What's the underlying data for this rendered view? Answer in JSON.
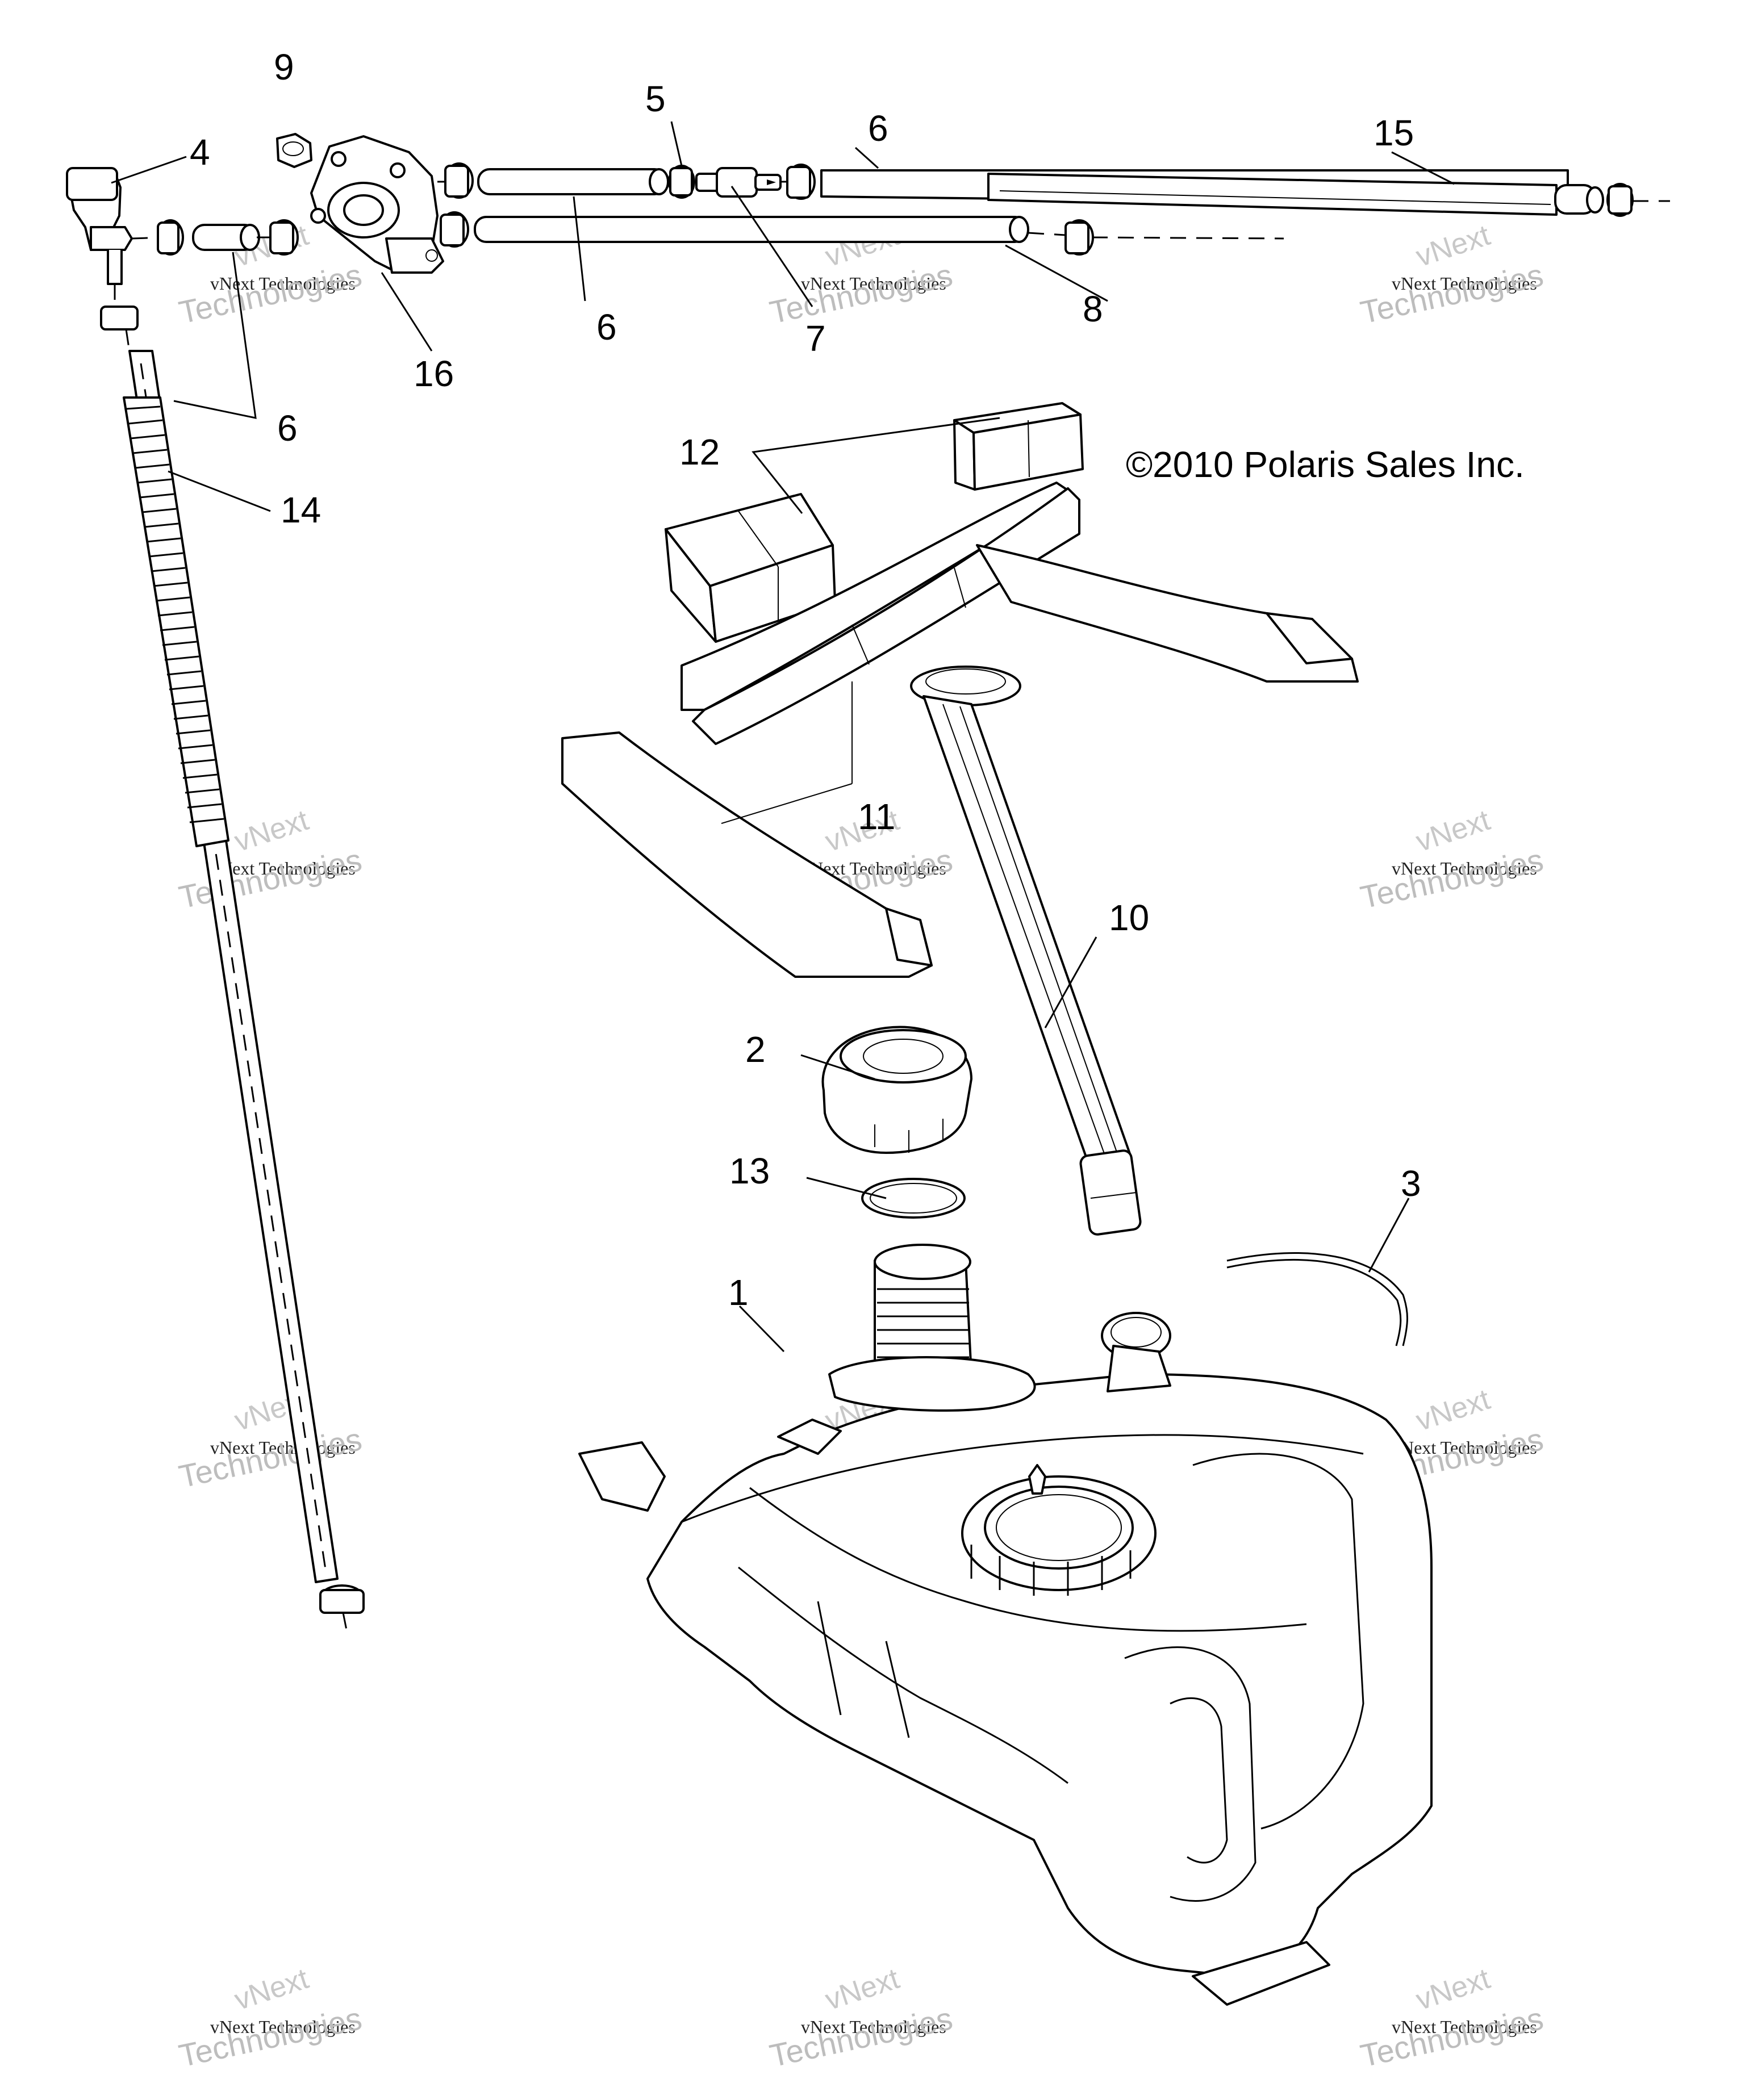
{
  "diagram": {
    "copyright": "©2010 Polaris Sales Inc.",
    "callouts": [
      {
        "id": "c9",
        "text": "9"
      },
      {
        "id": "c4",
        "text": "4"
      },
      {
        "id": "c5",
        "text": "5"
      },
      {
        "id": "c6a",
        "text": "6"
      },
      {
        "id": "c15",
        "text": "15"
      },
      {
        "id": "c6b",
        "text": "6"
      },
      {
        "id": "c7",
        "text": "7"
      },
      {
        "id": "c8",
        "text": "8"
      },
      {
        "id": "c16",
        "text": "16"
      },
      {
        "id": "c6c",
        "text": "6"
      },
      {
        "id": "c14",
        "text": "14"
      },
      {
        "id": "c12",
        "text": "12"
      },
      {
        "id": "c11",
        "text": "11"
      },
      {
        "id": "c10",
        "text": "10"
      },
      {
        "id": "c2",
        "text": "2"
      },
      {
        "id": "c13",
        "text": "13"
      },
      {
        "id": "c3",
        "text": "3"
      },
      {
        "id": "c1",
        "text": "1"
      }
    ],
    "watermark": {
      "line1": "vNext",
      "line2": "vNext Technologies",
      "line3": "Technologies"
    }
  }
}
